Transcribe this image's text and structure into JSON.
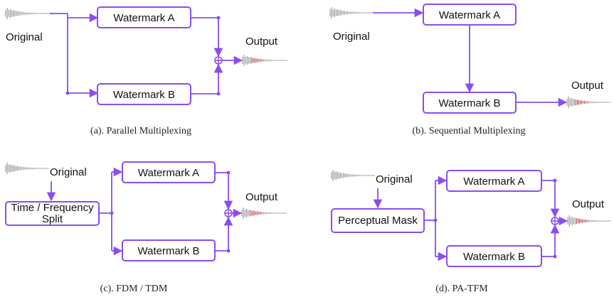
{
  "panels": {
    "a": {
      "caption": "(a). Parallel Multiplexing",
      "input_label": "Original",
      "box_top": "Watermark A",
      "box_bottom": "Watermark B",
      "output_label": "Output"
    },
    "b": {
      "caption": "(b). Sequential Multiplexing",
      "input_label": "Original",
      "box_top": "Watermark A",
      "box_bottom": "Watermark B",
      "output_label": "Output"
    },
    "c": {
      "caption": "(c). FDM / TDM",
      "input_label": "Original",
      "splitter_line1": "Time / Frequency",
      "splitter_line2": "Split",
      "box_top": "Watermark A",
      "box_bottom": "Watermark B",
      "output_label": "Output"
    },
    "d": {
      "caption": "(d). PA-TFM",
      "input_label": "Original",
      "splitter": "Perceptual Mask",
      "box_top": "Watermark A",
      "box_bottom": "Watermark B",
      "output_label": "Output"
    }
  },
  "colors": {
    "accent": "#8a4df0",
    "waveform": "#888888",
    "watermarked_waveform": "#b03030"
  }
}
